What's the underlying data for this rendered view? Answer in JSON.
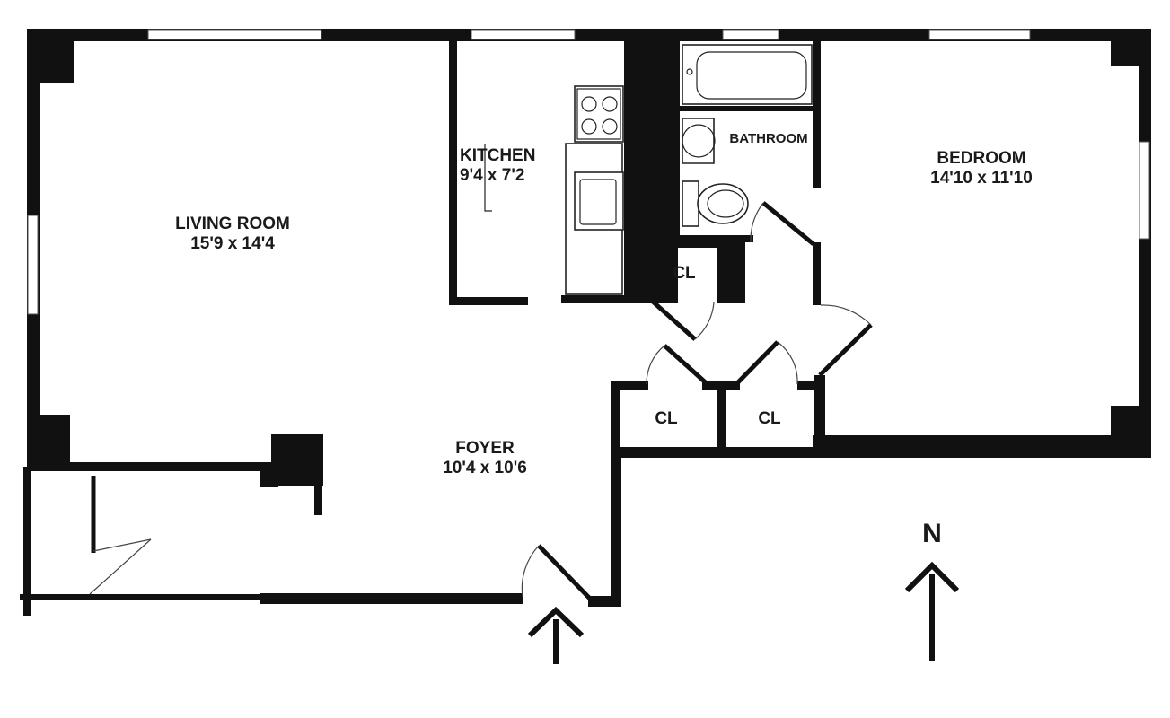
{
  "rooms": {
    "living_room": {
      "name": "LIVING ROOM",
      "dimensions": "15'9 x 14'4"
    },
    "kitchen": {
      "name": "KITCHEN",
      "dimensions": "9'4 x 7'2"
    },
    "bathroom": {
      "name": "BATHROOM"
    },
    "bedroom": {
      "name": "BEDROOM",
      "dimensions": "14'10 x 11'10"
    },
    "foyer": {
      "name": "FOYER",
      "dimensions": "10'4 x 10'6"
    }
  },
  "closets": {
    "upper": "CL",
    "lower_left": "CL",
    "lower_right": "CL"
  },
  "compass": {
    "label": "N"
  },
  "icons": [
    "north-arrow-icon",
    "entry-arrow-icon",
    "stove-icon",
    "sink-icon",
    "bathtub-icon",
    "toilet-icon"
  ]
}
